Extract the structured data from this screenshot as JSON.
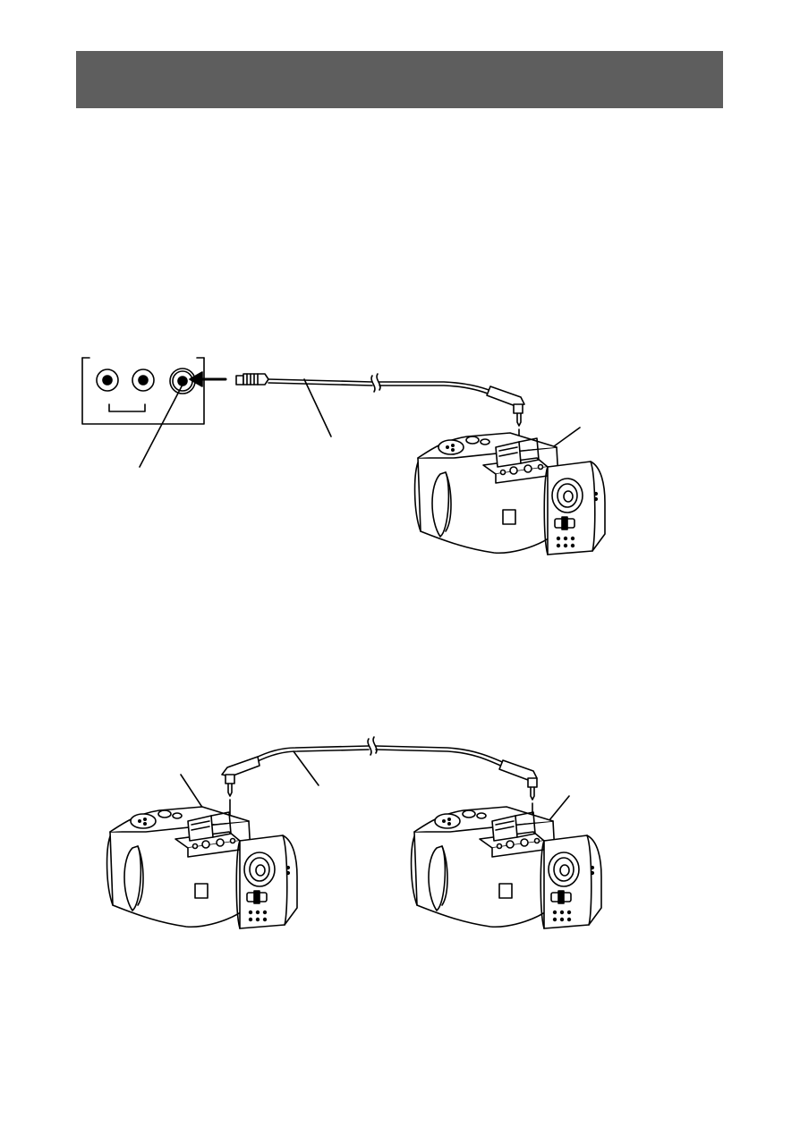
{
  "header": {
    "color": "#5e5e5e",
    "title": ""
  },
  "figures": [
    {
      "id": "tv-connection",
      "parts": [
        "tv-input-panel",
        "video-cable",
        "camera"
      ]
    },
    {
      "id": "camera-to-camera-connection",
      "parts": [
        "camera-left",
        "link-cable",
        "camera-right"
      ]
    }
  ],
  "icons": {
    "camera": "camera-illustration-icon",
    "rca_plug": "rca-plug-icon",
    "mini_plug": "mini-plug-icon",
    "jack": "av-jack-icon",
    "arrow": "insert-arrow-icon"
  },
  "colors": {
    "line": "#000000",
    "background": "#ffffff"
  }
}
